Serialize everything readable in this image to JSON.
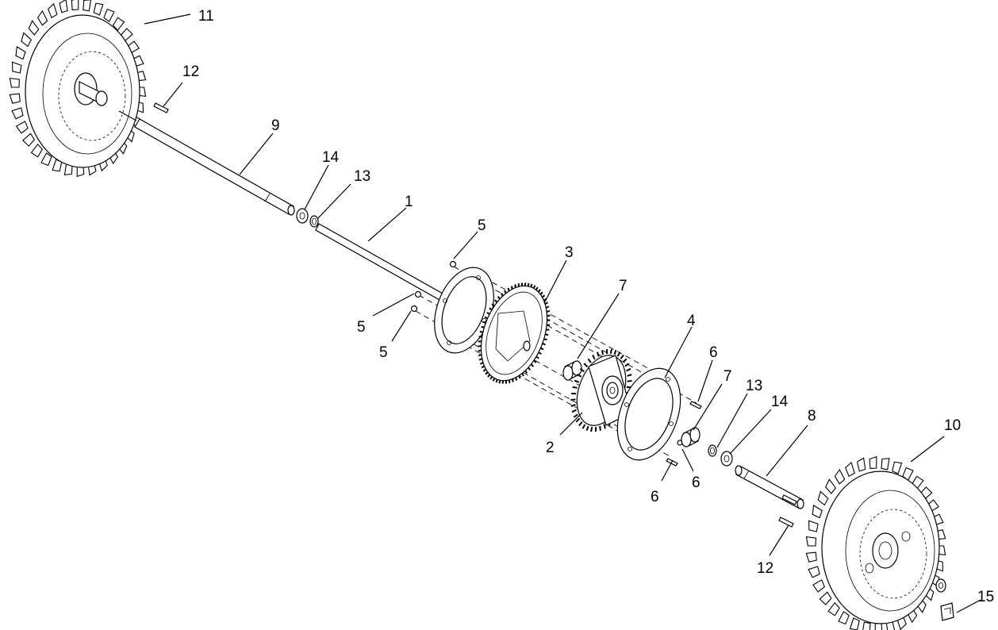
{
  "labels": {
    "wheel_left": "11",
    "pin_left": "12",
    "axle_left": "9",
    "washer_left": "14",
    "ring_left": "13",
    "center_shaft": "1",
    "bolt_top": "5",
    "bolt_mid": "5",
    "bolt_low": "5",
    "ring_gear": "3",
    "bearing_left": "7",
    "plate_right": "4",
    "pin_upper_right": "6",
    "bearing_right": "7",
    "ring_right": "13",
    "washer_right": "14",
    "axle_right": "8",
    "hub_gear": "2",
    "pin_lower_right": "6",
    "pin_lower": "6",
    "wheel_right": "10",
    "pin_right": "12",
    "clip": "15"
  }
}
